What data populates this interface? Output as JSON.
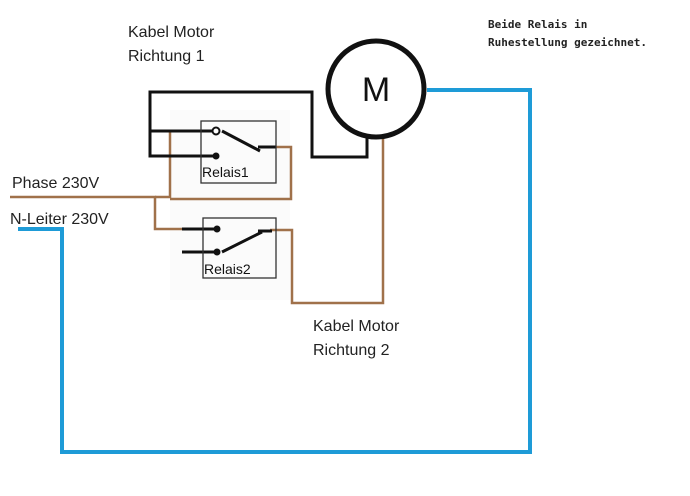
{
  "labels": {
    "motor": "M",
    "cable_dir1_line1": "Kabel Motor",
    "cable_dir1_line2": "Richtung 1",
    "cable_dir2_line1": "Kabel Motor",
    "cable_dir2_line2": "Richtung 2",
    "phase": "Phase 230V",
    "neutral": "N-Leiter 230V",
    "relay1": "Relais1",
    "relay2": "Relais2",
    "note_line1": "Beide Relais in",
    "note_line2": "Ruhestellung gezeichnet."
  },
  "colors": {
    "black_wire": "#111111",
    "brown_wire": "#a0714a",
    "blue_wire": "#1e9bd7",
    "relay_box": "#333333",
    "background": "#ffffff"
  }
}
